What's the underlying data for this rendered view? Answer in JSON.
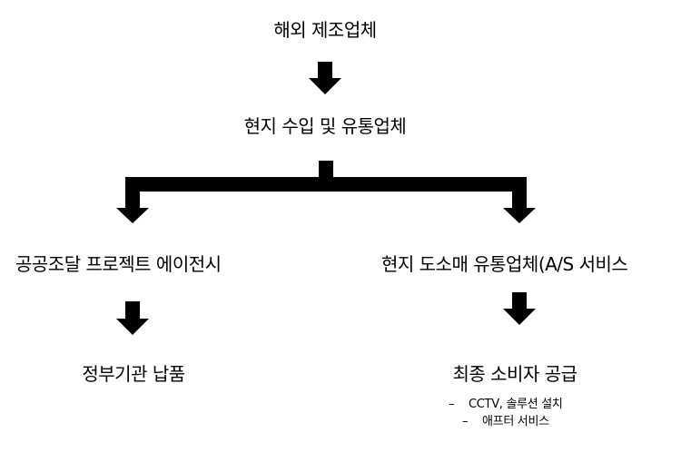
{
  "diagram": {
    "nodes": {
      "overseas_manufacturer": "해외 제조업체",
      "local_importer": "현지 수입 및 유통업체",
      "public_agent": "공공조달 프로젝트 에이전시",
      "local_retail": "현지 도소매 유통업체(A/S 서비스",
      "government": "정부기관 납품",
      "end_consumer": "최종 소비자 공급"
    },
    "end_consumer_details": [
      {
        "dash": "–",
        "text": "CCTV, 솔루션 설치"
      },
      {
        "dash": "–",
        "text": "애프터 서비스"
      }
    ],
    "colors": {
      "arrow": "#000000",
      "text": "#000000",
      "background": "#ffffff"
    }
  }
}
